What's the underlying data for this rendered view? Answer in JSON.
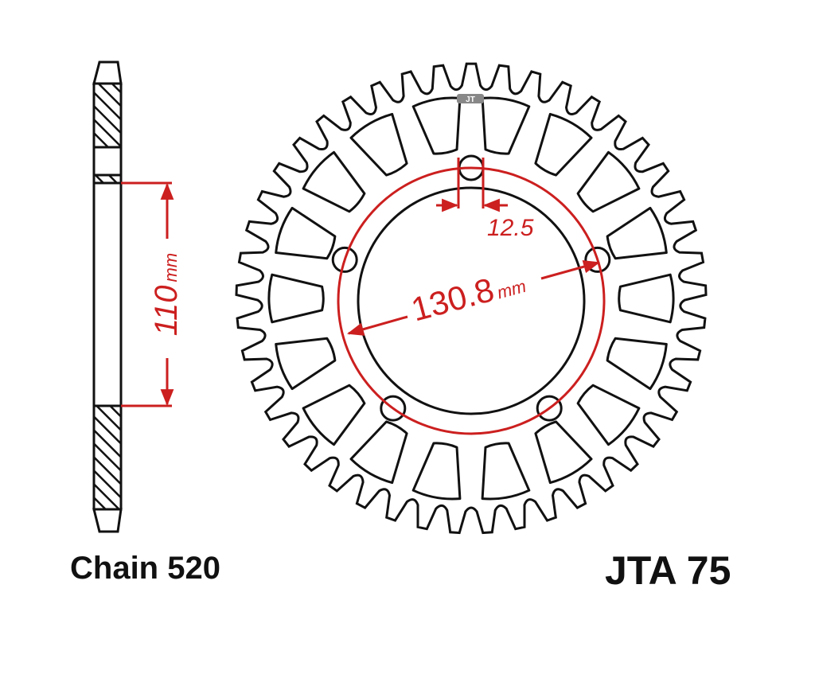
{
  "labels": {
    "chain": "Chain 520",
    "model": "JTA 75"
  },
  "dimensions": {
    "hub_offset_value": "110",
    "hub_offset_unit": "mm",
    "pcd_value": "130.8",
    "pcd_unit": "mm",
    "bolt_hole_value": "12.5"
  },
  "sprocket": {
    "teeth": 45,
    "windows": 18,
    "bolt_holes": 5
  },
  "colors": {
    "line": "#111111",
    "dimension": "#cc1f1f",
    "logo": "#888888"
  }
}
